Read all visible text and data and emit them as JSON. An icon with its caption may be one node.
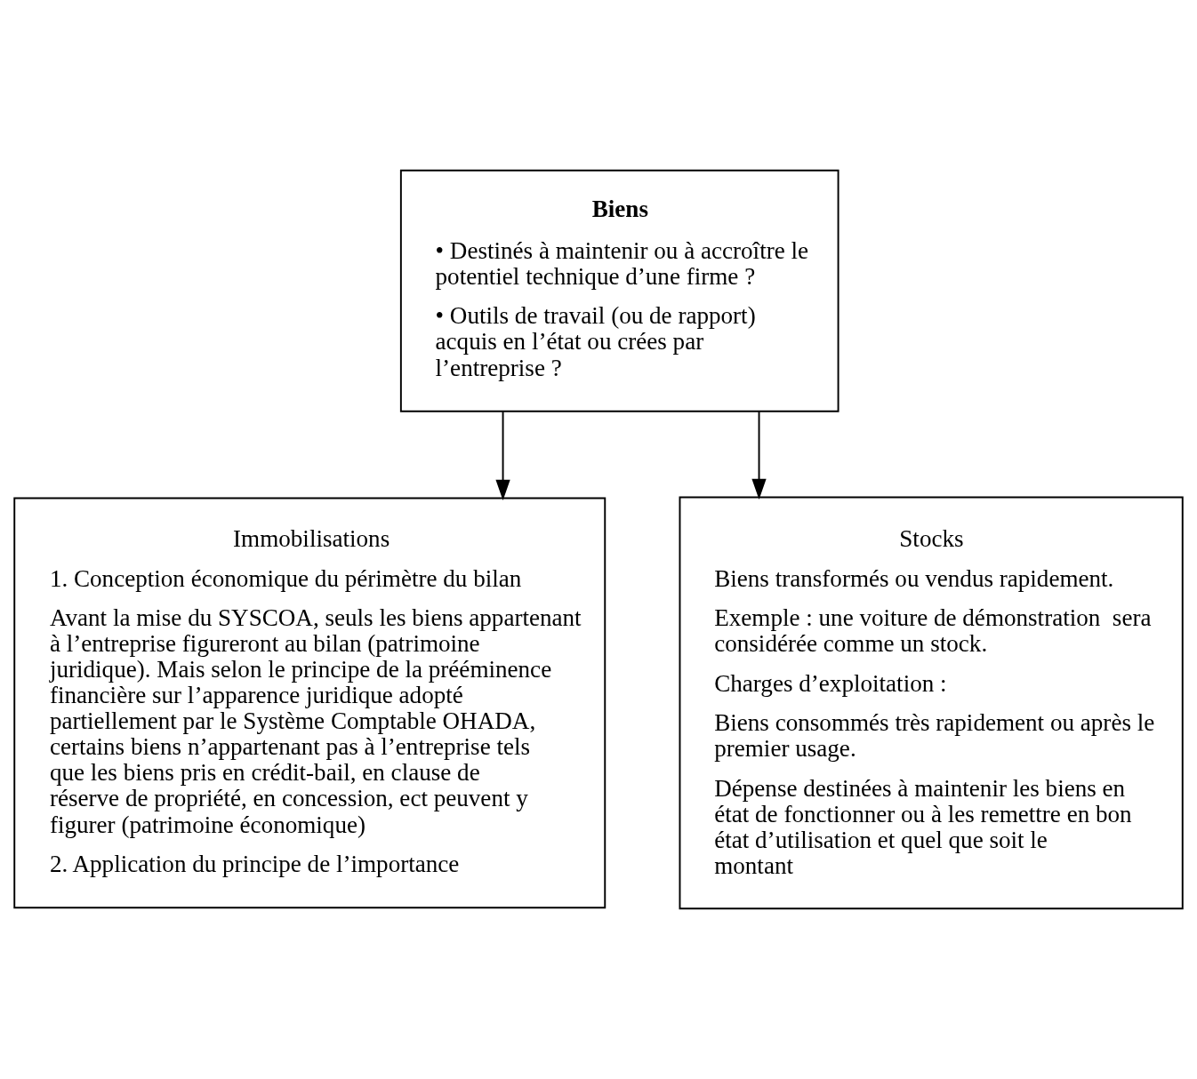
{
  "diagram": {
    "nodes": [
      {
        "text": [
          "Biens",
          "• Destinés à maintenir ou à accroître le potentiel technique d’une firme ?",
          "• Outils de travail (ou de rapport) acquis en l’état ou crées par l’entreprise ?"
        ]
      },
      {
        "text": [
          "Immobilisations",
          "1. Conception économique du périmètre du bilan",
          "Avant la mise du SYSCOA, seuls les biens appartenant à l’entreprise figureront au bilan (patrimoine juridique). Mais selon le principe de la prééminence financière sur l’apparence juridique adopté partiellement par le Système Comptable OHADA, certains biens n’appartenant pas à l’entreprise tels que les biens pris en crédit-bail, en clause de réserve de propriété, en concession, ect peuvent y figurer (patrimoine économique)",
          "2. Application du principe de l’importance"
        ]
      },
      {
        "text": [
          "Stocks",
          "Biens transformés ou vendus rapidement.",
          "Exemple : une voiture de démonstration  sera considérée comme un stock.",
          "Charges d’exploitation :",
          "Biens consommés très rapidement ou après le premier usage.",
          "Dépense destinées à maintenir les biens en état de fonctionner ou à les remettre en bon état d’utilisation et quel que soit le montant"
        ]
      }
    ],
    "edges": [
      {
        "from": 0,
        "to": 1,
        "arrow": "to"
      },
      {
        "from": 0,
        "to": 2,
        "arrow": "to"
      }
    ]
  }
}
